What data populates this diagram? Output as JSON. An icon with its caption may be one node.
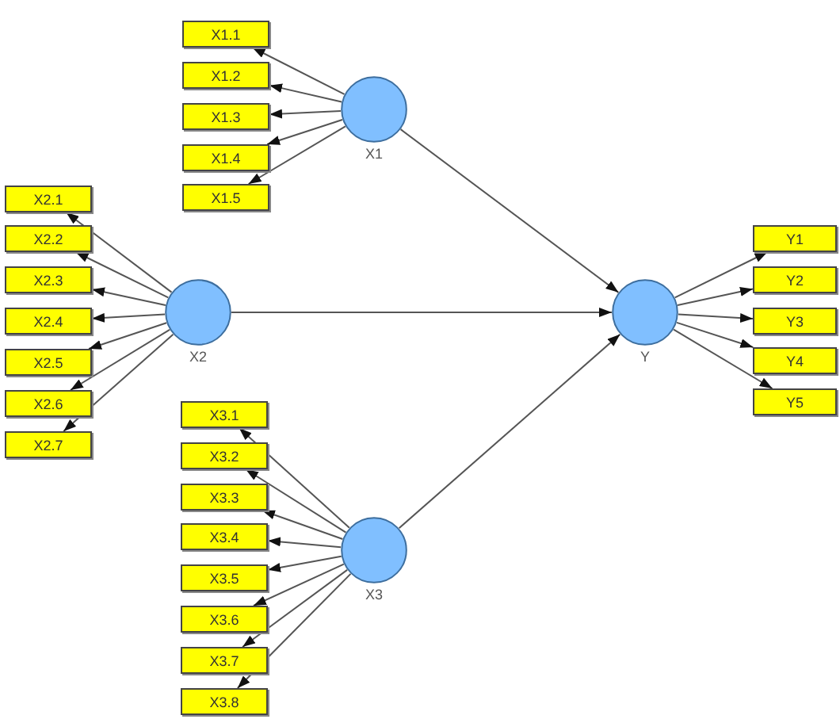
{
  "diagram": {
    "nodes": [
      {
        "text": [
          "X1"
        ]
      },
      {
        "text": [
          "X1.1"
        ]
      },
      {
        "text": [
          "X1.2"
        ]
      },
      {
        "text": [
          "X1.3"
        ]
      },
      {
        "text": [
          "X1.4"
        ]
      },
      {
        "text": [
          "X1.5"
        ]
      },
      {
        "text": [
          "X2"
        ]
      },
      {
        "text": [
          "X2.1"
        ]
      },
      {
        "text": [
          "X2.2"
        ]
      },
      {
        "text": [
          "X2.3"
        ]
      },
      {
        "text": [
          "X2.4"
        ]
      },
      {
        "text": [
          "X2.5"
        ]
      },
      {
        "text": [
          "X2.6"
        ]
      },
      {
        "text": [
          "X2.7"
        ]
      },
      {
        "text": [
          "X3"
        ]
      },
      {
        "text": [
          "X3.1"
        ]
      },
      {
        "text": [
          "X3.2"
        ]
      },
      {
        "text": [
          "X3.3"
        ]
      },
      {
        "text": [
          "X3.4"
        ]
      },
      {
        "text": [
          "X3.5"
        ]
      },
      {
        "text": [
          "X3.6"
        ]
      },
      {
        "text": [
          "X3.7"
        ]
      },
      {
        "text": [
          "X3.8"
        ]
      },
      {
        "text": [
          "Y"
        ]
      },
      {
        "text": [
          "Y1"
        ]
      },
      {
        "text": [
          "Y2"
        ]
      },
      {
        "text": [
          "Y3"
        ]
      },
      {
        "text": [
          "Y4"
        ]
      },
      {
        "text": [
          "Y5"
        ]
      }
    ],
    "edges": [
      {
        "from": 0,
        "to": 1,
        "arrow": "to"
      },
      {
        "from": 0,
        "to": 2,
        "arrow": "to"
      },
      {
        "from": 0,
        "to": 3,
        "arrow": "to"
      },
      {
        "from": 0,
        "to": 4,
        "arrow": "to"
      },
      {
        "from": 0,
        "to": 5,
        "arrow": "to"
      },
      {
        "from": 6,
        "to": 7,
        "arrow": "to"
      },
      {
        "from": 6,
        "to": 8,
        "arrow": "to"
      },
      {
        "from": 6,
        "to": 9,
        "arrow": "to"
      },
      {
        "from": 6,
        "to": 10,
        "arrow": "to"
      },
      {
        "from": 6,
        "to": 11,
        "arrow": "to"
      },
      {
        "from": 6,
        "to": 12,
        "arrow": "to"
      },
      {
        "from": 6,
        "to": 13,
        "arrow": "to"
      },
      {
        "from": 14,
        "to": 15,
        "arrow": "to"
      },
      {
        "from": 14,
        "to": 16,
        "arrow": "to"
      },
      {
        "from": 14,
        "to": 17,
        "arrow": "to"
      },
      {
        "from": 14,
        "to": 18,
        "arrow": "to"
      },
      {
        "from": 14,
        "to": 19,
        "arrow": "to"
      },
      {
        "from": 14,
        "to": 20,
        "arrow": "to"
      },
      {
        "from": 14,
        "to": 21,
        "arrow": "to"
      },
      {
        "from": 14,
        "to": 22,
        "arrow": "to"
      },
      {
        "from": 23,
        "to": 24,
        "arrow": "to"
      },
      {
        "from": 23,
        "to": 25,
        "arrow": "to"
      },
      {
        "from": 23,
        "to": 26,
        "arrow": "to"
      },
      {
        "from": 23,
        "to": 27,
        "arrow": "to"
      },
      {
        "from": 23,
        "to": 28,
        "arrow": "to"
      },
      {
        "from": 0,
        "to": 23,
        "arrow": "to"
      },
      {
        "from": 6,
        "to": 23,
        "arrow": "to"
      },
      {
        "from": 14,
        "to": 23,
        "arrow": "to"
      }
    ]
  }
}
